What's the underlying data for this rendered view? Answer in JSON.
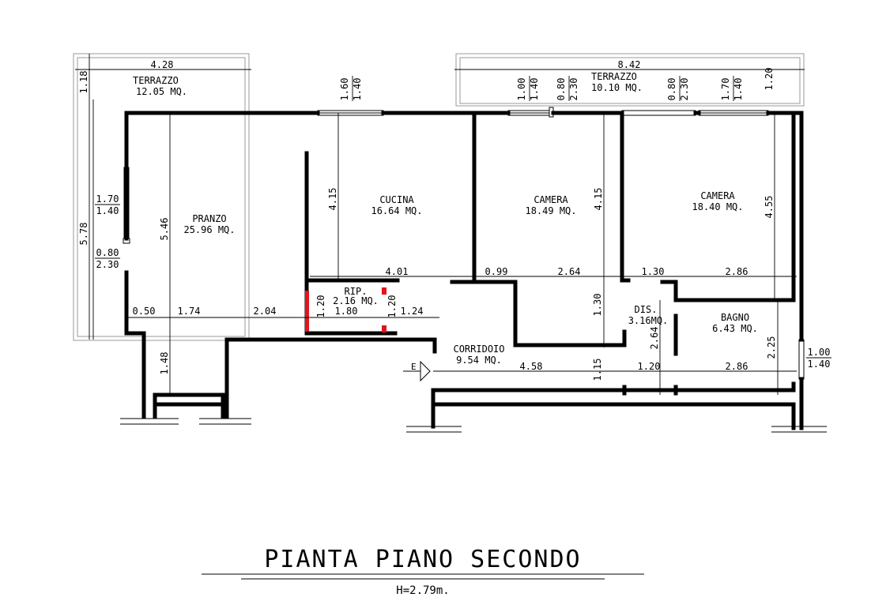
{
  "labels": {
    "terrazzo_left_name": "TERRAZZO",
    "terrazzo_left_area": "12.05 MQ.",
    "terrazzo_right_name": "TERRAZZO",
    "terrazzo_right_area": "10.10 MQ.",
    "pranzo_name": "PRANZO",
    "pranzo_area": "25.96 MQ.",
    "cucina_name": "CUCINA",
    "cucina_area": "16.64 MQ.",
    "camera1_name": "CAMERA",
    "camera1_area": "18.49 MQ.",
    "camera2_name": "CAMERA",
    "camera2_area": "18.40 MQ.",
    "rip_name": "RIP.",
    "rip_area": "2.16 MQ.",
    "dis_name": "DIS.",
    "dis_area": "3.16MQ.",
    "bagno_name": "BAGNO",
    "bagno_area": "6.43 MQ.",
    "corridoio_name": "CORRIDOIO",
    "corridoio_area": "9.54 MQ.",
    "entrance": "E"
  },
  "dimensions": {
    "d_428": "4.28",
    "d_842": "8.42",
    "d_118": "1.18",
    "d_578": "5.78",
    "d_546": "5.46",
    "d_415_a": "4.15",
    "d_415_b": "4.15",
    "d_455": "4.55",
    "d_401": "4.01",
    "d_099": "0.99",
    "d_264_h": "2.64",
    "d_130_h": "1.30",
    "d_286_a": "2.86",
    "d_050": "0.50",
    "d_174": "1.74",
    "d_204": "2.04",
    "d_120_rip": "1.20",
    "d_180": "1.80",
    "d_120_rip2": "1.20",
    "d_124": "1.24",
    "d_130_v": "1.30",
    "d_264_v": "2.64",
    "d_225": "2.25",
    "d_148": "1.48",
    "d_458": "4.58",
    "d_115": "1.15",
    "d_120_b": "1.20",
    "d_286_b": "2.86",
    "d_120_top": "1.20"
  },
  "openings": {
    "w_160": "1.60",
    "w_140_a": "1.40",
    "w_100": "1.00",
    "w_140_b": "1.40",
    "w_080_a": "0.80",
    "w_230_a": "2.30",
    "w_080_b": "0.80",
    "w_230_b": "2.30",
    "w_170_t": "1.70",
    "w_140_c": "1.40",
    "w_170_l": "1.70",
    "w_140_l": "1.40",
    "w_080_l": "0.80",
    "w_230_l": "2.30",
    "w_100_r": "1.00",
    "w_140_r": "1.40"
  },
  "title": "PIANTA PIANO SECONDO",
  "subtitle": "H=2.79m.",
  "colors": {
    "wall": "#000000",
    "highlight": "#e0141e",
    "outline": "#999999"
  }
}
